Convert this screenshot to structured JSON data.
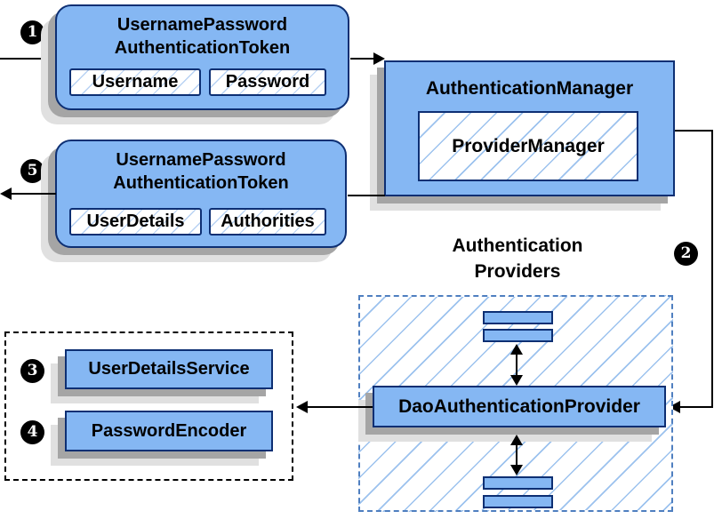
{
  "steps": [
    "1",
    "2",
    "3",
    "4",
    "5"
  ],
  "nodes": {
    "request_token": {
      "title": [
        "UsernamePassword",
        "AuthenticationToken"
      ],
      "fields": [
        "Username",
        "Password"
      ]
    },
    "auth_manager": {
      "title": "AuthenticationManager",
      "inner": "ProviderManager"
    },
    "result_token": {
      "title": [
        "UsernamePassword",
        "AuthenticationToken"
      ],
      "fields": [
        "UserDetails",
        "Authorities"
      ]
    },
    "providers_group": {
      "heading": [
        "Authentication",
        "Providers"
      ]
    },
    "dao_provider": {
      "label": "DaoAuthenticationProvider"
    },
    "user_details_service": {
      "label": "UserDetailsService"
    },
    "password_encoder": {
      "label": "PasswordEncoder"
    }
  },
  "colors": {
    "node_fill": "#85b7f3",
    "node_border": "#0d2f73",
    "hatch": "#9cc2ee",
    "hatch_light": "#b8d2f3",
    "dashed_border": "#4f7fc0",
    "shadow_near": "#a5a5a5",
    "shadow_far": "#e0e0e0",
    "line": "#000000",
    "step_bg": "#000000",
    "step_fg": "#ffffff"
  }
}
